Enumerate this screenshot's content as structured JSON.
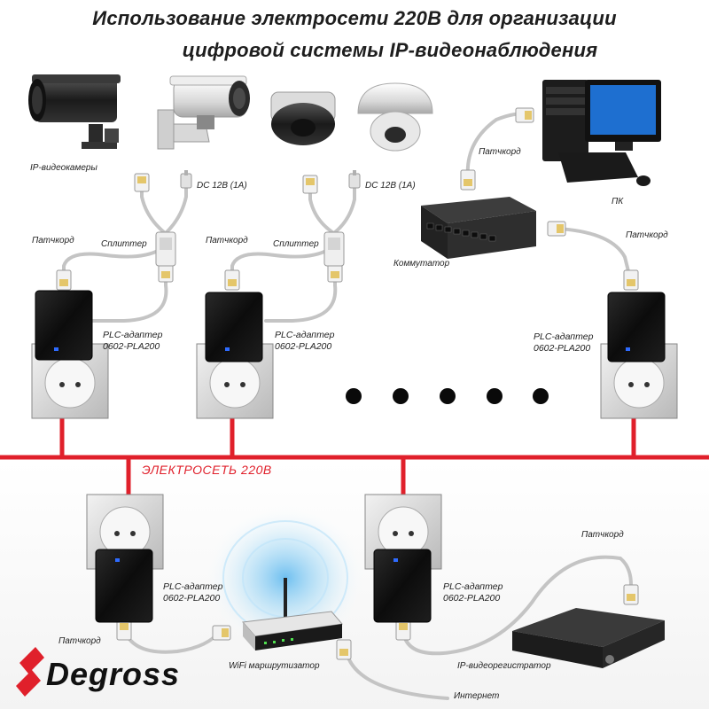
{
  "title": {
    "line1": "Использование электросети 220В для организации",
    "line2": "цифровой системы IP-видеонаблюдения"
  },
  "labels": {
    "ip_cameras": "IP-видеокамеры",
    "dc_power": "DC 12В (1А)",
    "patchcord": "Патчкорд",
    "splitter": "Сплиттер",
    "plc_line1": "PLC-адаптер",
    "plc_line2": "0602-PLA200",
    "switch": "Коммутатор",
    "pc": "ПК",
    "power_grid": "ЭЛЕКТРОСЕТЬ 220В",
    "wifi_router": "WiFi маршрутизатор",
    "internet": "Интернет",
    "nvr": "IP-видеорегистратор"
  },
  "brand": {
    "name": "Degross"
  },
  "colors": {
    "power_line": "#e0202b",
    "cable": "#c9c9c9",
    "adapter": "#121212",
    "socket_plate": "#dcdcdc",
    "wifi_glow": "#9fd3f5"
  }
}
